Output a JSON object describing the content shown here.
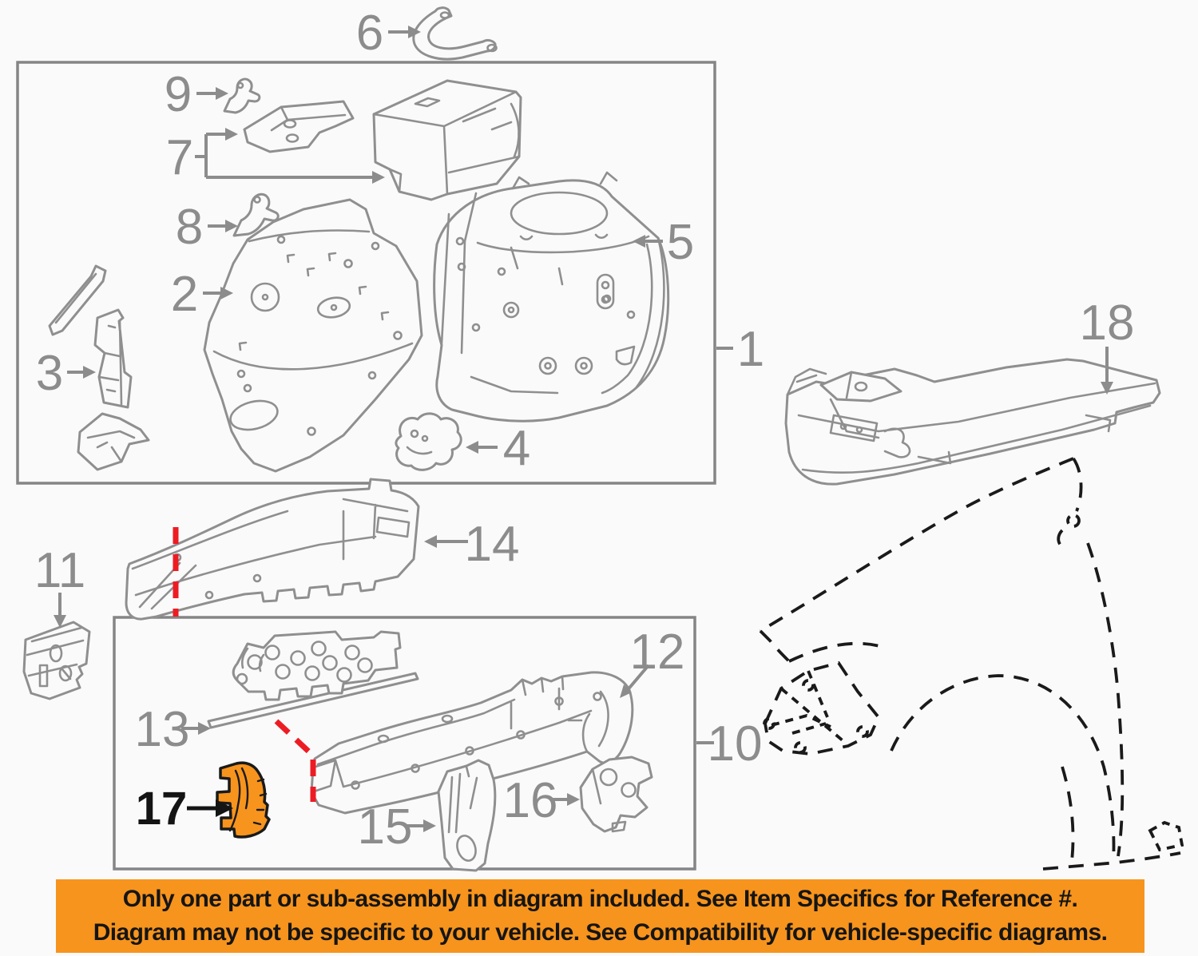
{
  "page": {
    "background_color": "#FAFAFA"
  },
  "diagram": {
    "line_color": "#8F8F8F",
    "label_color": "#8C8C8C",
    "cut_line_color": "#ED1C24",
    "vehicle_outline_color": "#1A1A1A",
    "highlight_fill_color": "#F7941E",
    "highlight_label_color": "#141414",
    "labels": {
      "n1": "1",
      "n2": "2",
      "n3": "3",
      "n4": "4",
      "n5": "5",
      "n6": "6",
      "n7": "7",
      "n8": "8",
      "n9": "9",
      "n10": "10",
      "n11": "11",
      "n12": "12",
      "n13": "13",
      "n14": "14",
      "n15": "15",
      "n16": "16",
      "n17": "17",
      "n18": "18"
    }
  },
  "banner": {
    "background_color": "#F7941D",
    "text_color": "#151515",
    "line1": "Only one part or sub-assembly in diagram included. See Item Specifics for Reference #.",
    "line2": "Diagram may not be specific to your vehicle. See Compatibility for vehicle-specific diagrams."
  }
}
